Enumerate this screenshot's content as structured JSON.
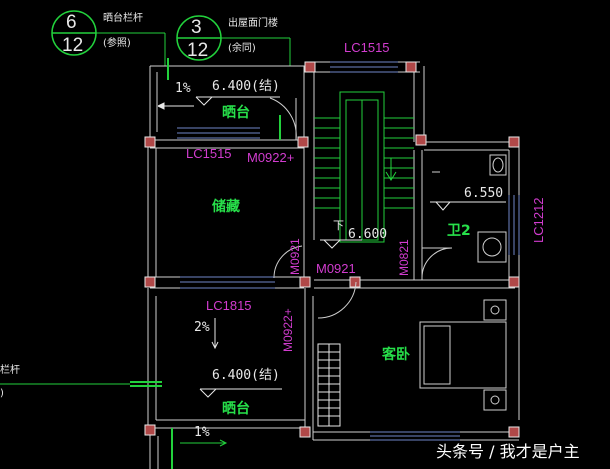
{
  "detail_refs": [
    {
      "top": "6",
      "bottom": "12",
      "title": "晒台栏杆",
      "note": "(参照)"
    },
    {
      "top": "3",
      "bottom": "12",
      "title": "出屋面门楼",
      "note": "(余同)"
    }
  ],
  "rooms": {
    "balcony_top": "晒台",
    "storage": "储藏",
    "bath": "卫2",
    "guest": "客卧",
    "balcony_bottom": "晒台"
  },
  "elevations": {
    "top_balcony": "6.400(结)",
    "bottom_balcony": "6.400(结)",
    "bath": "6.550",
    "hall": "6.600"
  },
  "slopes": {
    "top": "1%",
    "middle": "2%",
    "bottom": "1%"
  },
  "windows": [
    "LC1515",
    "LC1515",
    "LC1815",
    "LC1212"
  ],
  "doors": [
    "M0922+",
    "M0921",
    "M0921",
    "M0821",
    "M0922+"
  ],
  "stair_mark": "下",
  "left_cut_label": "栏杆",
  "left_cut_paren": ")",
  "watermark": "头条号 / 我才是户主",
  "colors": {
    "wall": "#cfcfcf",
    "column_fill": "#b04848",
    "text_magenta": "#d23ccf",
    "text_green": "#27e04a",
    "stair_green": "#22d13c",
    "leader_green": "#22d13c",
    "window_blue": "#6f86c8",
    "background": "#000000"
  }
}
